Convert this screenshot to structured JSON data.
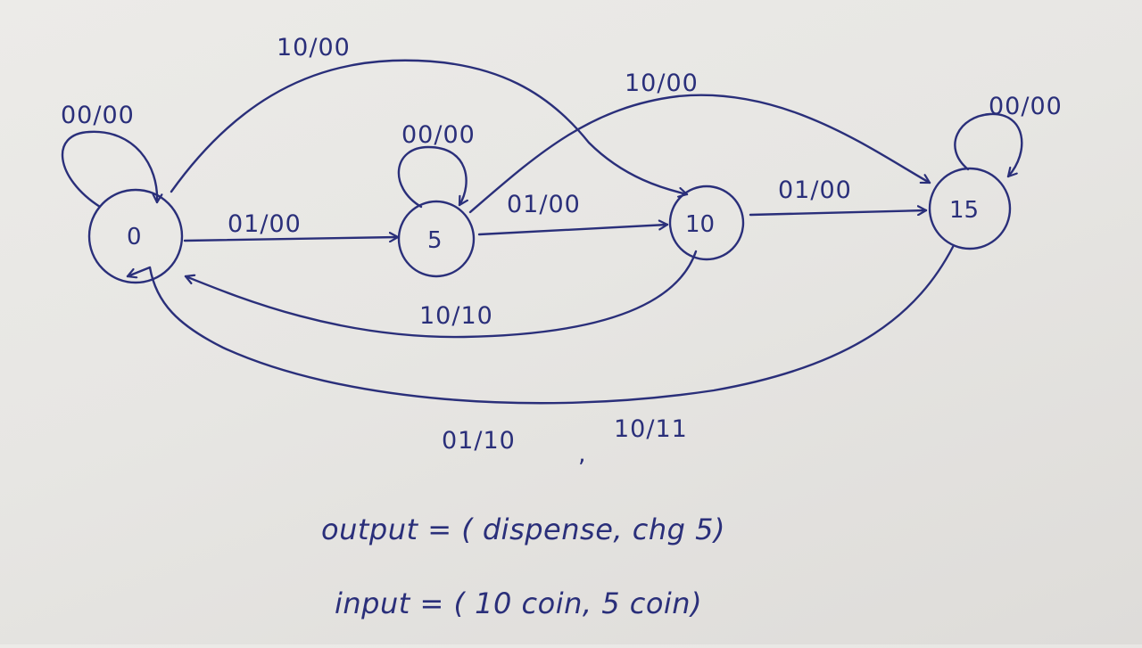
{
  "colors": {
    "ink": "#2a2f7a",
    "paper": "#e8e7e4"
  },
  "states": [
    {
      "id": "s0",
      "label": "0"
    },
    {
      "id": "s5",
      "label": "5"
    },
    {
      "id": "s10",
      "label": "10"
    },
    {
      "id": "s15",
      "label": "15"
    }
  ],
  "transitions": {
    "s0_self": "00/00",
    "s0_s5": "01/00",
    "s0_s10": "10/00",
    "s5_self": "00/00",
    "s5_s10": "01/00",
    "s5_s15": "10/00",
    "s10_s15": "01/00",
    "s10_s0": "10/10",
    "s15_self": "00/00",
    "s15_s0_a": "01/10",
    "s15_s0_sep": ",",
    "s15_s0_b": "10/11"
  },
  "legend": {
    "output": "output = ( dispense, chg 5)",
    "input": "input = ( 10 coin, 5 coin)"
  }
}
